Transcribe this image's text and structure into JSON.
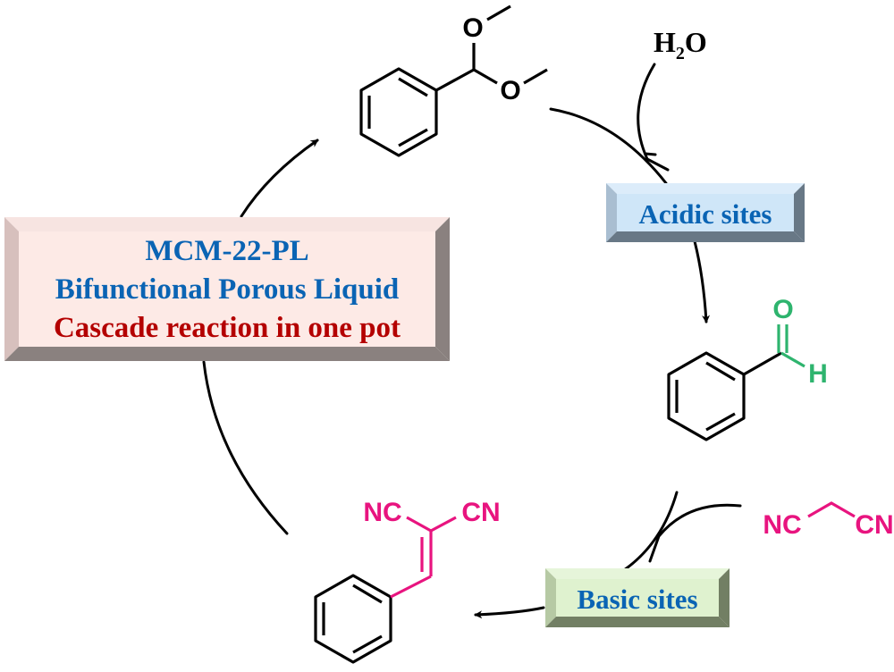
{
  "title_box": {
    "line1": "MCM-22-PL",
    "line2": "Bifunctional Porous Liquid",
    "line3": "Cascade reaction in one pot",
    "line1_color": "#0a64b4",
    "line2_color": "#0a64b4",
    "line3_color": "#b40000",
    "face_color": "#fdeae6",
    "bevel_light": "#d7c0bd",
    "bevel_dark": "#8a817f"
  },
  "acidic_box": {
    "label": "Acidic sites",
    "text_color": "#0a64b4",
    "face_color": "#cfe6f8",
    "bevel_light": "#a9bed1",
    "bevel_dark": "#687886"
  },
  "basic_box": {
    "label": "Basic sites",
    "text_color": "#0a64b4",
    "face_color": "#dff2cf",
    "bevel_light": "#b6c9a4",
    "bevel_dark": "#727f64"
  },
  "reagents": {
    "water": {
      "H": "H",
      "sub": "2",
      "O": "O"
    },
    "malononitrile": {
      "left": "NC",
      "right": "CN",
      "color": "#e8147f"
    }
  },
  "molecules": {
    "acetal": {
      "name": "benzaldehyde dimethyl acetal",
      "O_top": "O",
      "O_bottom": "O"
    },
    "benzaldehyde": {
      "name": "benzaldehyde",
      "O": "O",
      "H": "H",
      "color": "#2eb46e"
    },
    "product": {
      "name": "benzylidenemalononitrile",
      "left": "NC",
      "right": "CN",
      "color": "#e8147f"
    }
  }
}
